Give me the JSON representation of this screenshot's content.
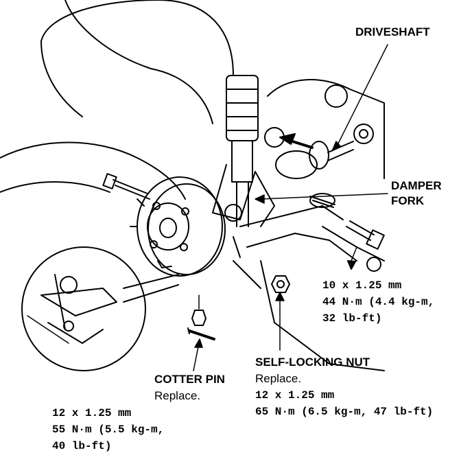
{
  "labels": {
    "driveshaft": "DRIVESHAFT",
    "damper_fork": [
      "DAMPER",
      "FORK"
    ],
    "upper_bolt": [
      "10 x 1.25 mm",
      "44 N·m (4.4 kg-m,",
      "32 lb-ft)"
    ],
    "self_locking_nut": {
      "title": "SELF-LOCKING NUT",
      "note": "Replace.",
      "size": "12 x 1.25 mm",
      "torque": "65 N·m (6.5 kg-m, 47 lb-ft)"
    },
    "cotter_pin": {
      "title": "COTTER PIN",
      "note": "Replace."
    },
    "lower_bolt": [
      "12 x 1.25 mm",
      "55 N·m (5.5 kg-m,",
      "40 lb-ft)"
    ]
  }
}
